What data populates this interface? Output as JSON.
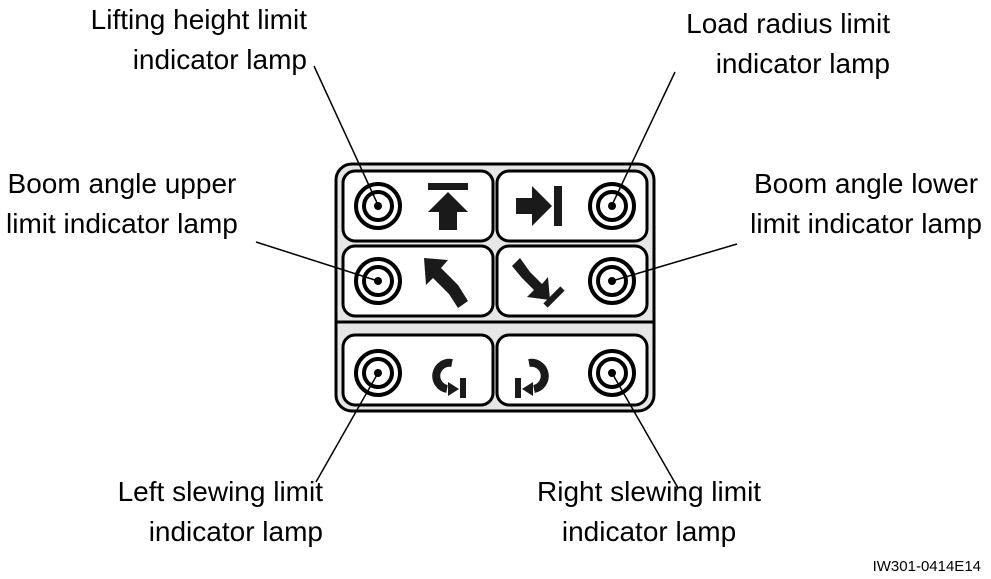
{
  "labels": {
    "lifting_height": {
      "line1": "Lifting height limit",
      "line2": "indicator lamp"
    },
    "load_radius": {
      "line1": "Load radius limit",
      "line2": "indicator lamp"
    },
    "boom_upper": {
      "line1": "Boom angle upper",
      "line2": "limit indicator lamp"
    },
    "boom_lower": {
      "line1": "Boom angle lower",
      "line2": "limit indicator lamp"
    },
    "left_slewing": {
      "line1": "Left slewing limit",
      "line2": "indicator lamp"
    },
    "right_slewing": {
      "line1": "Right slewing limit",
      "line2": "indicator lamp"
    }
  },
  "figure_code": "IW301-0414E14",
  "colors": {
    "panel_fill": "#e6e6e6",
    "line": "#000000",
    "symbol": "#1a1a1a"
  },
  "icons": [
    "lifting-height-arrow-icon",
    "load-radius-arrow-icon",
    "boom-raise-arrow-icon",
    "boom-lower-arrow-icon",
    "slew-left-arrow-icon",
    "slew-right-arrow-icon",
    "indicator-lamp-icon"
  ]
}
